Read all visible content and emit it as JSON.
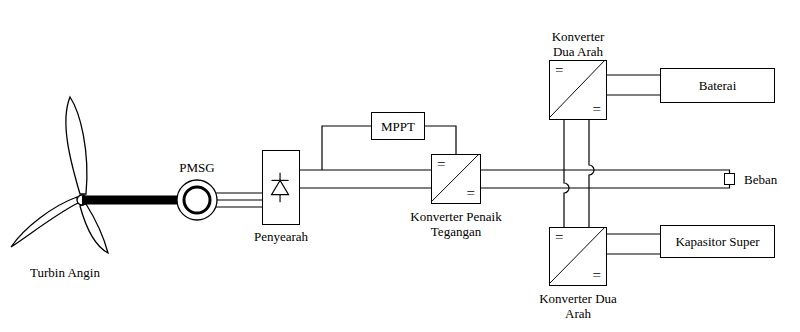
{
  "diagram": {
    "nodes": [
      {
        "text": [
          "Turbin Angin"
        ]
      },
      {
        "text": [
          "PMSG"
        ]
      },
      {
        "text": [
          "Penyearah"
        ]
      },
      {
        "text": [
          "MPPT"
        ]
      },
      {
        "text": [
          "Konverter Dua Arah",
          "=",
          "="
        ]
      },
      {
        "text": [
          "Baterai"
        ]
      },
      {
        "text": [
          "=",
          "=",
          "Konverter Penaik Tegangan"
        ]
      },
      {
        "text": [
          "Beban"
        ]
      },
      {
        "text": [
          "=",
          "=",
          "Konverter Dua Arah"
        ]
      },
      {
        "text": [
          "Kapasitor Super"
        ]
      }
    ],
    "edges": [
      {
        "from": 0,
        "to": 1,
        "arrow": "none"
      },
      {
        "from": 1,
        "to": 2,
        "arrow": "none"
      },
      {
        "from": 2,
        "to": 6,
        "arrow": "none"
      },
      {
        "from": 2,
        "to": 3,
        "arrow": "none"
      },
      {
        "from": 3,
        "to": 6,
        "arrow": "none"
      },
      {
        "from": 6,
        "to": 7,
        "arrow": "none"
      },
      {
        "from": 6,
        "to": 4,
        "arrow": "none"
      },
      {
        "from": 4,
        "to": 5,
        "arrow": "none"
      },
      {
        "from": 6,
        "to": 8,
        "arrow": "none"
      },
      {
        "from": 8,
        "to": 9,
        "arrow": "none"
      }
    ]
  }
}
